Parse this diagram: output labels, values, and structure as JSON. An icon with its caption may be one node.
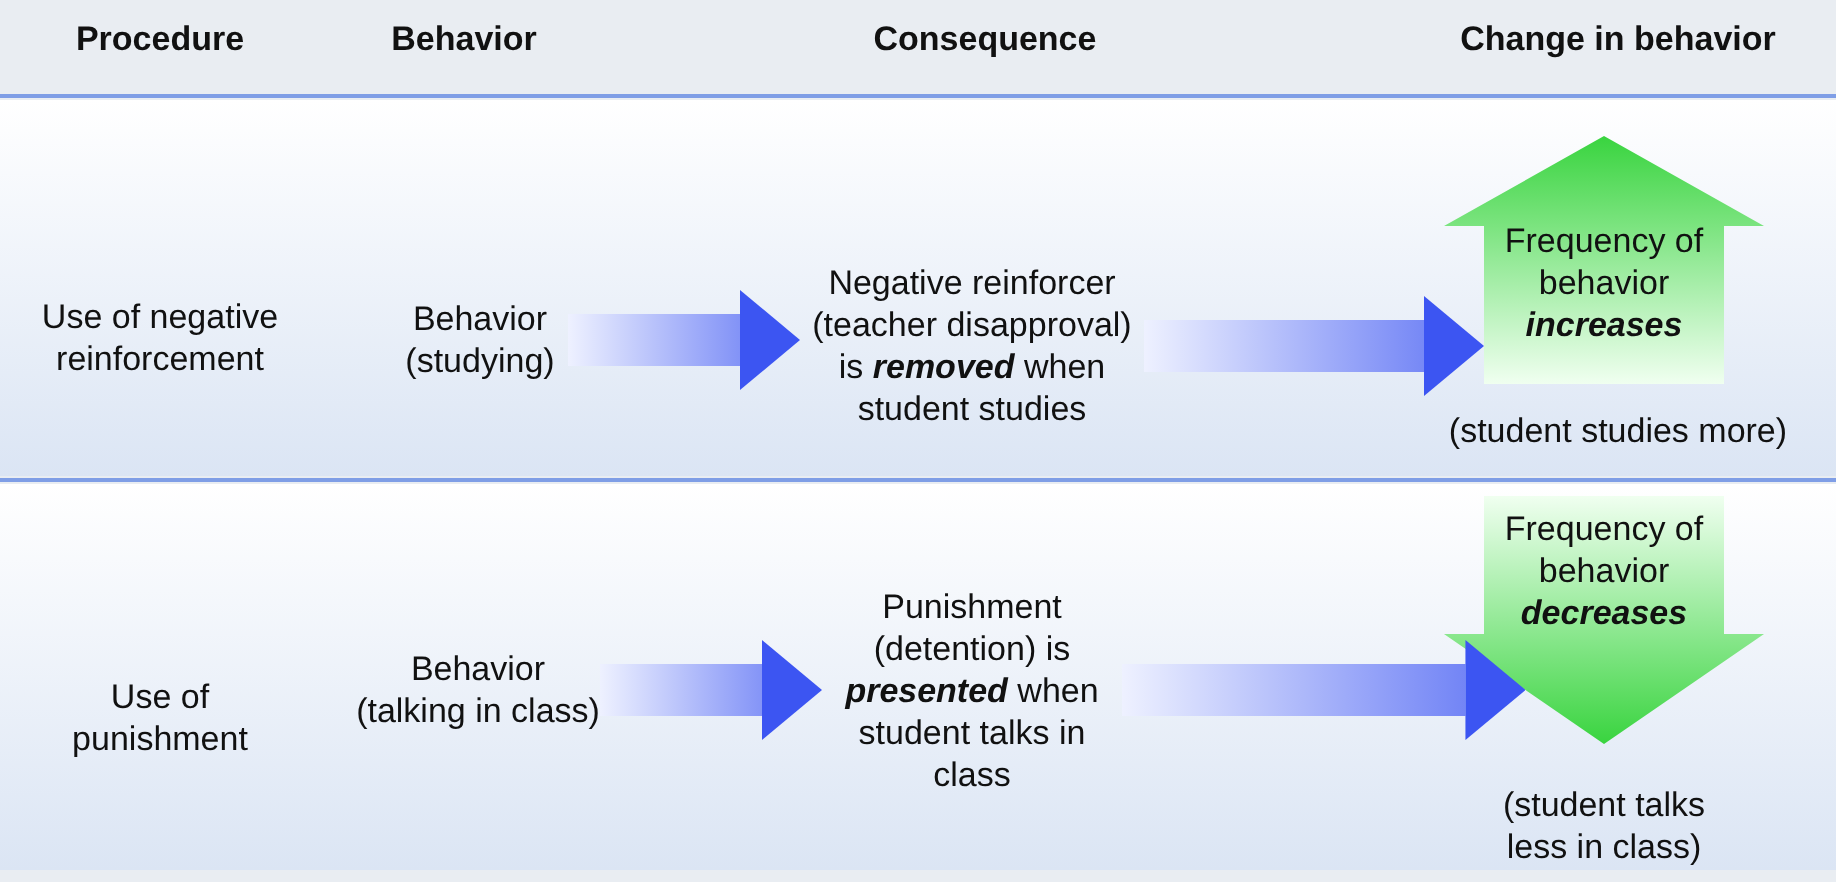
{
  "diagram": {
    "nodes": [
      {
        "text": [
          "Behavior (studying)"
        ]
      },
      {
        "text": [
          "Negative reinforcer (teacher disapproval) is **removed** when student studies"
        ]
      },
      {
        "text": [
          "Frequency of behavior **increases**"
        ],
        "beside": [
          "(student studies more)"
        ]
      },
      {
        "text": [
          "Behavior (talking in class)"
        ]
      },
      {
        "text": [
          "Punishment (detention) is **presented** when student talks in class"
        ]
      },
      {
        "text": [
          "Frequency of behavior **decreases**"
        ],
        "beside": [
          "(student talks less in class)"
        ]
      }
    ],
    "edges": [
      {
        "from": 0,
        "to": 1,
        "arrow": "to"
      },
      {
        "from": 1,
        "to": 2,
        "arrow": "to"
      },
      {
        "from": 3,
        "to": 4,
        "arrow": "to"
      },
      {
        "from": 4,
        "to": 5,
        "arrow": "to"
      }
    ],
    "labels": [
      "Procedure",
      "Behavior",
      "Consequence",
      "Change in behavior",
      "Use of negative reinforcement",
      "Use of punishment"
    ]
  }
}
